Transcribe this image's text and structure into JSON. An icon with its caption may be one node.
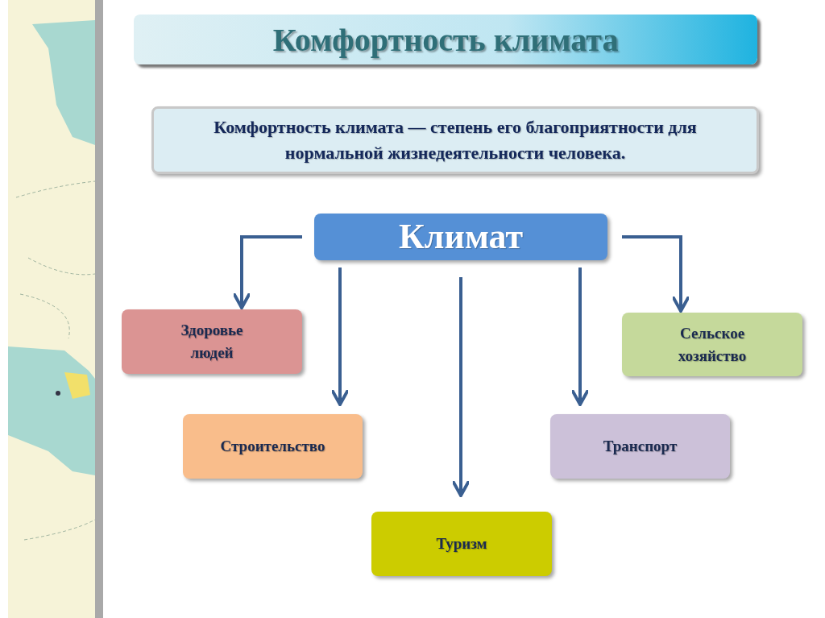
{
  "diagram": {
    "title": "Комфортность климата",
    "nodes": [
      {
        "text": [
          "Комфортность климата — степень его благоприятности для нормальной жизнедеятельности человека."
        ]
      },
      {
        "text": [
          "Климат"
        ]
      },
      {
        "text": [
          "Здоровье людей"
        ]
      },
      {
        "text": [
          "Сельское хозяйство"
        ]
      },
      {
        "text": [
          "Строительство"
        ]
      },
      {
        "text": [
          "Транспорт"
        ]
      },
      {
        "text": [
          "Туризм"
        ]
      }
    ],
    "edges": [
      {
        "from": 1,
        "to": 2,
        "arrow": "to"
      },
      {
        "from": 1,
        "to": 3,
        "arrow": "to"
      },
      {
        "from": 1,
        "to": 4,
        "arrow": "to"
      },
      {
        "from": 1,
        "to": 5,
        "arrow": "to"
      },
      {
        "from": 1,
        "to": 6,
        "arrow": "to"
      }
    ]
  }
}
